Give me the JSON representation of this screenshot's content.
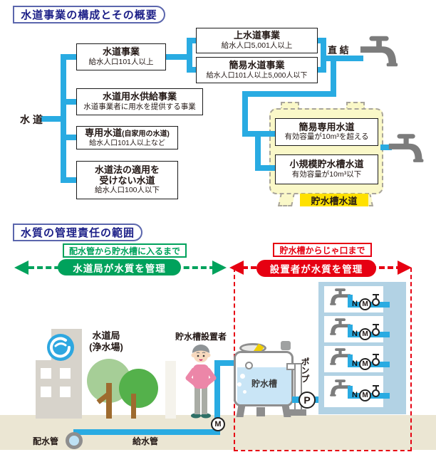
{
  "s1": {
    "title": "水道事業の構成とその概要",
    "root_label": "水 道",
    "b_suido": {
      "t": "水道事業",
      "s": "給水人口101人以上"
    },
    "b_josuido": {
      "t": "上水道事業",
      "s": "給水人口5,001人以上"
    },
    "b_kani": {
      "t": "簡易水道事業",
      "s": "給水人口101人以上5,000人以下"
    },
    "b_kyokyu": {
      "t": "水道用水供給事業",
      "s": "水道事業者に用水を提供する事業"
    },
    "b_senyo": {
      "t": "専用水道",
      "t2": "(自家用の水道)",
      "s": "給水人口101人以上など"
    },
    "b_tekiyogai": {
      "t1": "水道法の適用を",
      "t2": "受けない水道",
      "s": "給水人口100人以下"
    },
    "chokketsu_label": "直 結",
    "b_kanisenyo": {
      "t": "簡易専用水道",
      "s": "有効容量が10m³を超える"
    },
    "b_shokibo": {
      "t": "小規模貯水槽水道",
      "s": "有効容量が10m³以下"
    },
    "tank_caption": "貯水槽水道"
  },
  "s2": {
    "title": "水質の管理責任の範囲",
    "green_range_label": "配水管から貯水槽に入るまで",
    "green_pill_label": "水道局が水質を管理",
    "red_range_label": "貯水槽からじゃ口まで",
    "red_pill_label": "設置者が水質を管理",
    "bureau_name": "水道局",
    "bureau_sub": "(浄水場)",
    "owner_label": "貯水槽設置者",
    "tank_label": "貯水槽",
    "pump_label": "ポンプ",
    "pump_symbol": "P",
    "meter_symbol": "M",
    "valve_symbol": "N",
    "haisuikan_label": "配水管",
    "kyusuikan_label": "給水管"
  },
  "colors": {
    "pipe_blue": "#29ABE2",
    "green": "#00A25C",
    "red": "#E60012",
    "navy": "#1D2088",
    "tank_yellow": "#FAF8C8",
    "highlight_yellow": "#FFE100"
  }
}
